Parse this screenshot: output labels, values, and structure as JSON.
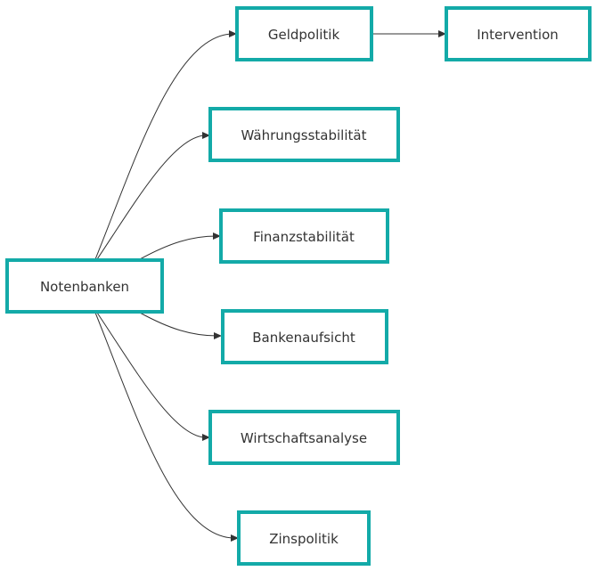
{
  "diagram": {
    "type": "flowchart",
    "direction": "left-to-right",
    "colors": {
      "node_border": "#13aaa8",
      "node_fill": "#ffffff",
      "edge": "#333333",
      "text": "#333333"
    },
    "nodes": {
      "notenbanken": "Notenbanken",
      "geldpolitik": "Geldpolitik",
      "intervention": "Intervention",
      "waehrungsstabilitaet": "Währungsstabilität",
      "finanzstabilitaet": "Finanzstabilität",
      "bankenaufsicht": "Bankenaufsicht",
      "wirtschaftsanalyse": "Wirtschaftsanalyse",
      "zinspolitik": "Zinspolitik"
    },
    "edges": [
      {
        "from": "notenbanken",
        "to": "geldpolitik"
      },
      {
        "from": "notenbanken",
        "to": "waehrungsstabilitaet"
      },
      {
        "from": "notenbanken",
        "to": "finanzstabilitaet"
      },
      {
        "from": "notenbanken",
        "to": "bankenaufsicht"
      },
      {
        "from": "notenbanken",
        "to": "wirtschaftsanalyse"
      },
      {
        "from": "notenbanken",
        "to": "zinspolitik"
      },
      {
        "from": "geldpolitik",
        "to": "intervention"
      }
    ]
  }
}
